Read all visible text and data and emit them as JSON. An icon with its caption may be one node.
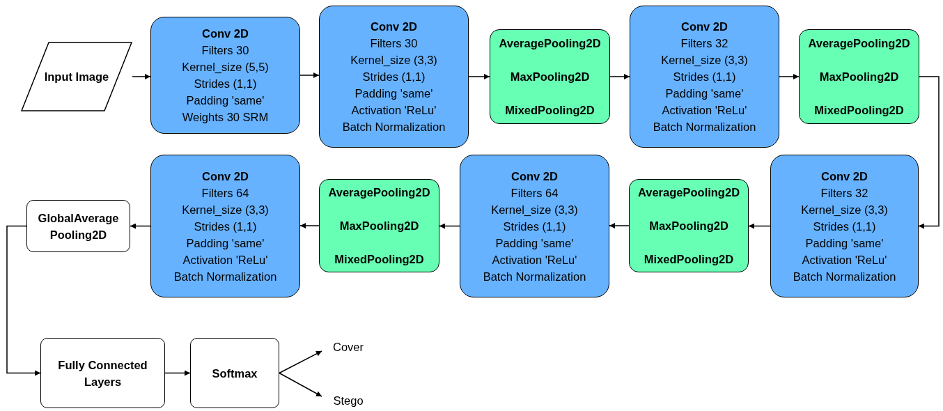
{
  "diagram": {
    "nodes": [
      {
        "text": [
          "Input Image"
        ]
      },
      {
        "text": [
          "Conv 2D",
          "Filters 30",
          "Kernel_size (5,5)",
          "Strides (1,1)",
          "Padding 'same'",
          "Weights 30 SRM"
        ]
      },
      {
        "text": [
          "Conv 2D",
          "Filters 30",
          "Kernel_size (3,3)",
          "Strides (1,1)",
          "Padding 'same'",
          "Activation 'ReLu'",
          "Batch Normalization"
        ]
      },
      {
        "text": [
          "AveragePooling2D",
          "MaxPooling2D",
          "MixedPooling2D"
        ]
      },
      {
        "text": [
          "Conv 2D",
          "Filters 32",
          "Kernel_size (3,3)",
          "Strides (1,1)",
          "Padding 'same'",
          "Activation 'ReLu'",
          "Batch Normalization"
        ]
      },
      {
        "text": [
          "AveragePooling2D",
          "MaxPooling2D",
          "MixedPooling2D"
        ]
      },
      {
        "text": [
          "Conv 2D",
          "Filters 32",
          "Kernel_size (3,3)",
          "Strides (1,1)",
          "Padding 'same'",
          "Activation 'ReLu'",
          "Batch Normalization"
        ]
      },
      {
        "text": [
          "AveragePooling2D",
          "MaxPooling2D",
          "MixedPooling2D"
        ]
      },
      {
        "text": [
          "Conv 2D",
          "Filters 64",
          "Kernel_size (3,3)",
          "Strides (1,1)",
          "Padding 'same'",
          "Activation 'ReLu'",
          "Batch Normalization"
        ]
      },
      {
        "text": [
          "AveragePooling2D",
          "MaxPooling2D",
          "MixedPooling2D"
        ]
      },
      {
        "text": [
          "Conv 2D",
          "Filters 64",
          "Kernel_size (3,3)",
          "Strides (1,1)",
          "Padding 'same'",
          "Activation 'ReLu'",
          "Batch Normalization"
        ]
      },
      {
        "text": [
          "GlobalAverage Pooling2D"
        ]
      },
      {
        "text": [
          "Fully Connected Layers"
        ]
      },
      {
        "text": [
          "Softmax"
        ]
      },
      {
        "text": [
          "Cover"
        ]
      },
      {
        "text": [
          "Stego"
        ]
      }
    ],
    "edges": [
      {
        "from": 0,
        "to": 1,
        "arrow": "to"
      },
      {
        "from": 1,
        "to": 2,
        "arrow": "to"
      },
      {
        "from": 2,
        "to": 3,
        "arrow": "to"
      },
      {
        "from": 3,
        "to": 4,
        "arrow": "to"
      },
      {
        "from": 4,
        "to": 5,
        "arrow": "to"
      },
      {
        "from": 5,
        "to": 6,
        "arrow": "to"
      },
      {
        "from": 6,
        "to": 7,
        "arrow": "to"
      },
      {
        "from": 7,
        "to": 8,
        "arrow": "to"
      },
      {
        "from": 8,
        "to": 9,
        "arrow": "to"
      },
      {
        "from": 9,
        "to": 10,
        "arrow": "to"
      },
      {
        "from": 10,
        "to": 11,
        "arrow": "to"
      },
      {
        "from": 11,
        "to": 12,
        "arrow": "to"
      },
      {
        "from": 12,
        "to": 13,
        "arrow": "to"
      },
      {
        "from": 13,
        "to": 14,
        "arrow": "to"
      },
      {
        "from": 13,
        "to": 15,
        "arrow": "to"
      }
    ]
  }
}
